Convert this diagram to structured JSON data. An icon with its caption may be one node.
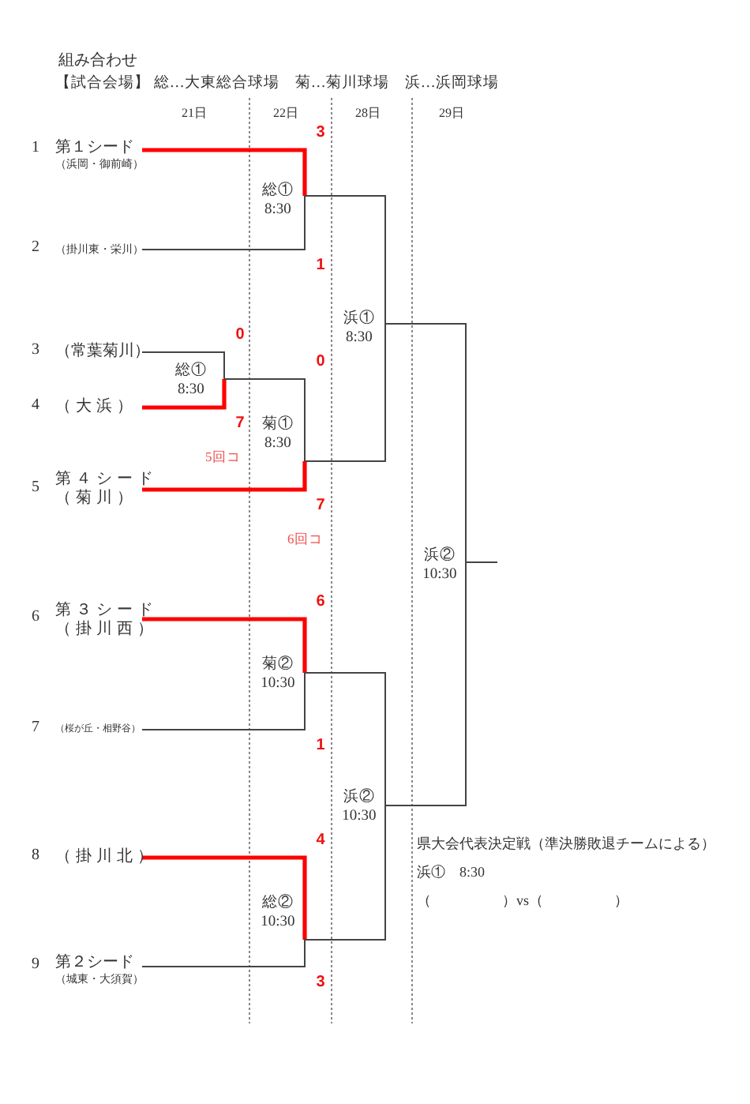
{
  "diagram": {
    "title": "組み合わせ",
    "nodes": [
      {
        "text": [
          "1",
          "第１シード",
          "（浜岡・御前崎）"
        ]
      },
      {
        "text": [
          "2",
          "（掛川東・栄川）"
        ]
      },
      {
        "text": [
          "3",
          "（常葉菊川）"
        ]
      },
      {
        "text": [
          "4",
          "（大浜）"
        ]
      },
      {
        "text": [
          "5",
          "第４シード",
          "（菊川）"
        ]
      },
      {
        "text": [
          "6",
          "第３シード",
          "（掛川西）"
        ]
      },
      {
        "text": [
          "7",
          "（桜が丘・相野谷）"
        ]
      },
      {
        "text": [
          "8",
          "（掛川北）"
        ]
      },
      {
        "text": [
          "9",
          "第２シード",
          "（城東・大須賀）"
        ]
      },
      {
        "text": [
          "総①",
          "8:30"
        ]
      },
      {
        "text": [
          "総①",
          "8:30"
        ]
      },
      {
        "text": [
          "菊①",
          "8:30"
        ]
      },
      {
        "text": [
          "菊②",
          "10:30"
        ]
      },
      {
        "text": [
          "総②",
          "10:30"
        ]
      },
      {
        "text": [
          "浜①",
          "8:30"
        ]
      },
      {
        "text": [
          "浜②",
          "10:30"
        ]
      },
      {
        "text": [
          "浜②",
          "10:30"
        ]
      }
    ],
    "edges": [
      {
        "from": 0,
        "to": 10,
        "arrow": "none",
        "label": "3",
        "style": "thick",
        "color": "#ff0000"
      },
      {
        "from": 1,
        "to": 10,
        "arrow": "none",
        "label": "1"
      },
      {
        "from": 2,
        "to": 9,
        "arrow": "none",
        "label": "0"
      },
      {
        "from": 3,
        "to": 9,
        "arrow": "none",
        "label": "7",
        "style": "thick",
        "color": "#ff0000"
      },
      {
        "from": 9,
        "to": 11,
        "arrow": "none",
        "label": "0"
      },
      {
        "from": 4,
        "to": 11,
        "arrow": "none",
        "label": "7",
        "style": "thick",
        "color": "#ff0000"
      },
      {
        "from": 5,
        "to": 12,
        "arrow": "none",
        "label": "6",
        "style": "thick",
        "color": "#ff0000"
      },
      {
        "from": 6,
        "to": 12,
        "arrow": "none",
        "label": "1"
      },
      {
        "from": 7,
        "to": 13,
        "arrow": "none",
        "label": "4",
        "style": "thick",
        "color": "#ff0000"
      },
      {
        "from": 8,
        "to": 13,
        "arrow": "none",
        "label": "3"
      },
      {
        "from": 10,
        "to": 14,
        "arrow": "none"
      },
      {
        "from": 11,
        "to": 14,
        "arrow": "none"
      },
      {
        "from": 12,
        "to": 15,
        "arrow": "none"
      },
      {
        "from": 13,
        "to": 15,
        "arrow": "none"
      },
      {
        "from": 14,
        "to": 16,
        "arrow": "none"
      },
      {
        "from": 15,
        "to": 16,
        "arrow": "none"
      },
      {
        "from": 16,
        "to": null,
        "arrow": "none"
      }
    ],
    "labels": [
      "【試合会場】 総…大東総合球場　菊…菊川球場　浜…浜岡球場",
      "21日",
      "22日",
      "28日",
      "29日",
      "5回コ",
      "6回コ",
      "県大会代表決定戦（準決勝敗退チームによる）",
      "浜①　8:30",
      "（　　　　　）vs（　　　　　）"
    ]
  }
}
